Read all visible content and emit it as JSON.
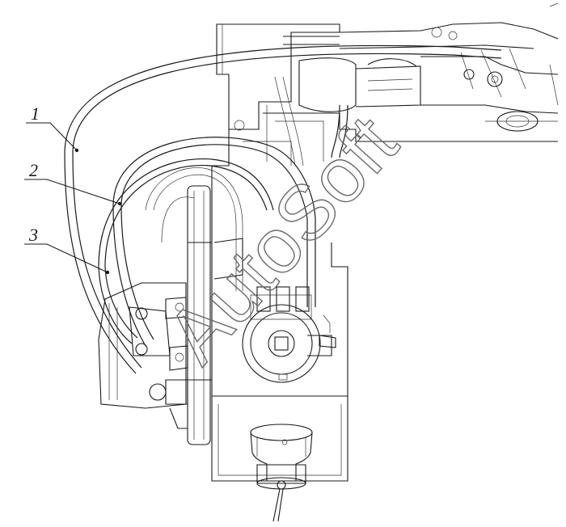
{
  "callouts": [
    {
      "id": "1",
      "label": "1"
    },
    {
      "id": "2",
      "label": "2"
    },
    {
      "id": "3",
      "label": "3"
    }
  ],
  "watermark": {
    "text": "AutoSoft"
  }
}
